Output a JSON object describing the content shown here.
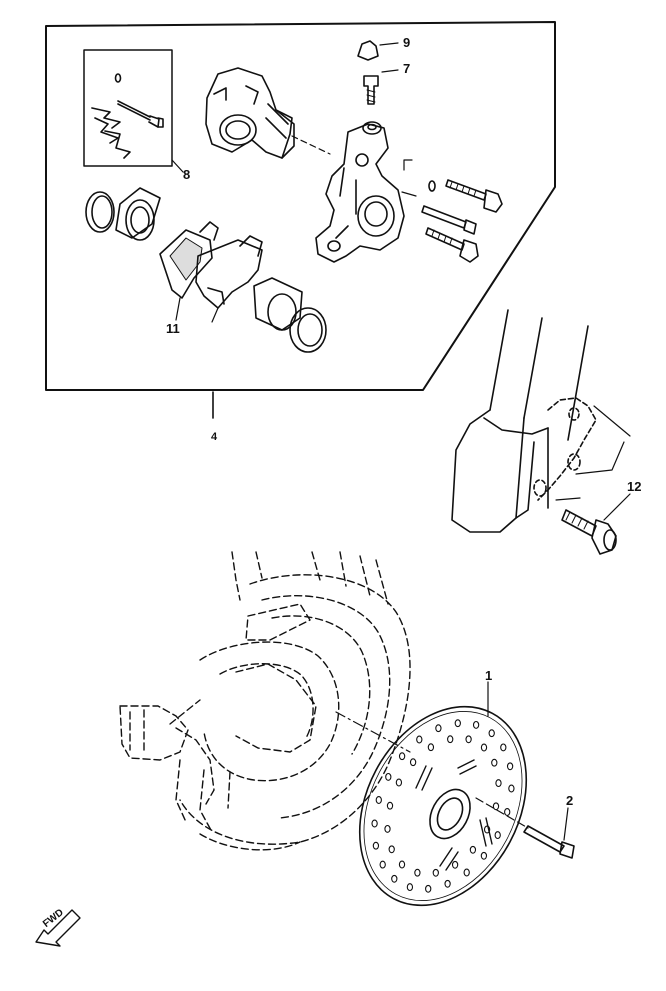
{
  "callouts": {
    "c1": "1",
    "c2": "2",
    "c4": "4",
    "c7": "7",
    "c8": "8",
    "c9": "9",
    "c11": "11",
    "c12": "12"
  },
  "direction_marker": "FWD",
  "line_color": "#111111"
}
